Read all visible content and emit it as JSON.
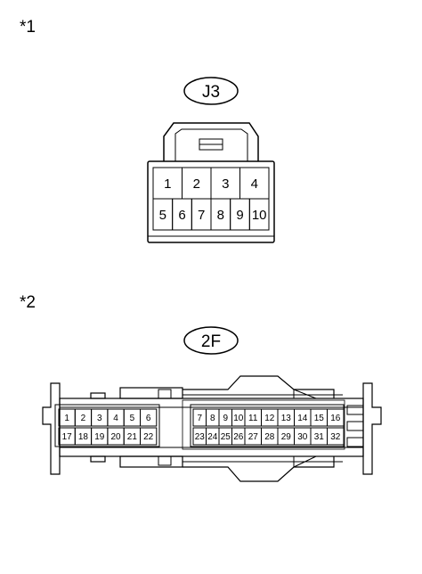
{
  "section1": {
    "marker": "*1",
    "connector_label": "J3",
    "pins_top": [
      "1",
      "2",
      "3",
      "4"
    ],
    "pins_bottom": [
      "5",
      "6",
      "7",
      "8",
      "9",
      "10"
    ]
  },
  "section2": {
    "marker": "*2",
    "connector_label": "2F",
    "left_block": {
      "top": [
        "1",
        "2",
        "3",
        "4",
        "5",
        "6"
      ],
      "bottom": [
        "17",
        "18",
        "19",
        "20",
        "21",
        "22"
      ]
    },
    "right_block": {
      "top": [
        "7",
        "8",
        "9",
        "10",
        "11",
        "12",
        "13",
        "14",
        "15",
        "16"
      ],
      "bottom": [
        "23",
        "24",
        "25",
        "26",
        "27",
        "28",
        "29",
        "30",
        "31",
        "32"
      ]
    }
  }
}
